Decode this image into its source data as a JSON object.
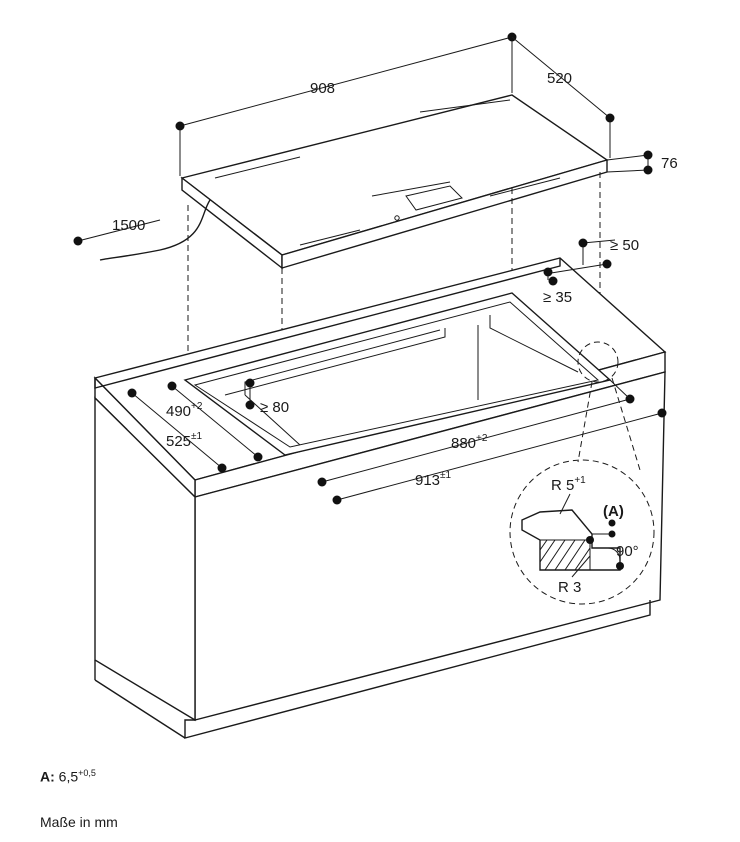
{
  "dimensions": {
    "width_908": "908",
    "depth_520": "520",
    "height_76": "76",
    "cable_1500": "1500",
    "ge_50": "≥ 50",
    "ge_35": "≥ 35",
    "cut_490": "490",
    "cut_490_tol": "+2",
    "ge_80": "≥ 80",
    "cut_525": "525",
    "cut_525_tol": "±1",
    "cut_880": "880",
    "cut_880_tol": "+2",
    "cut_913": "913",
    "cut_913_tol": "±1",
    "radius_5": "R 5",
    "radius_5_tol": "+1",
    "detail_a": "(A)",
    "angle_90": "90°",
    "radius_3": "R 3"
  },
  "notes": {
    "a_label": "A:",
    "a_value": "6,5",
    "a_tol": "+0,5",
    "units": "Maße in mm"
  }
}
